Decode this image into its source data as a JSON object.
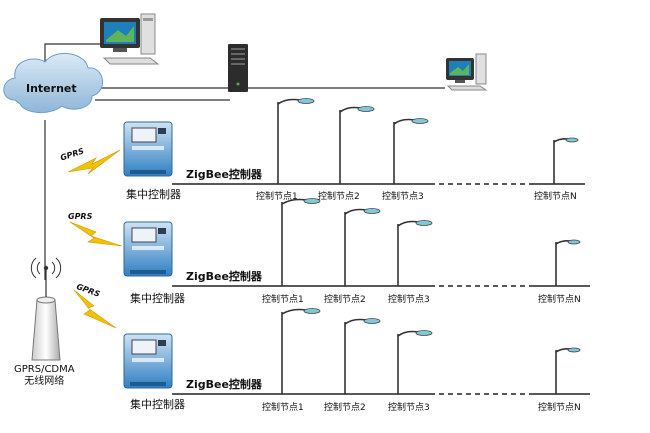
{
  "cloud": {
    "label": "Internet"
  },
  "tower": {
    "label_line1": "GPRS/CDMA",
    "label_line2": "无线网络"
  },
  "gprs_label": "GPRS",
  "zigbee_label": "ZigBee控制器",
  "concentrator_label": "集中控制器",
  "nodes": [
    "控制节点1",
    "控制节点2",
    "控制节点3",
    "控制节点N"
  ],
  "colors": {
    "concentrator": "#3a8fd0",
    "bolt": "#f2c200",
    "line": "#222222",
    "cloud": "#b8d7ee"
  }
}
